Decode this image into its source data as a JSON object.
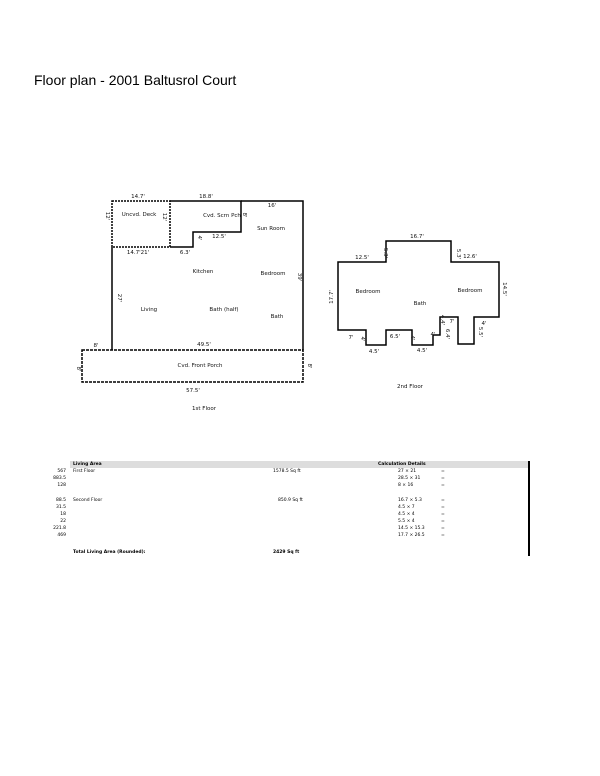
{
  "title": "Floor plan - 2001 Baltusrol Court",
  "first_floor": {
    "caption": "1st Floor",
    "rooms": [
      "Uncvd. Deck",
      "Cvd. Scrn Pch",
      "Sun Room",
      "Kitchen",
      "Bedroom",
      "Living",
      "Bath (half)",
      "Bath",
      "Cvd. Front Porch"
    ],
    "dims": [
      "14.7'",
      "18.8'",
      "16'",
      "12'",
      "12'",
      "8'",
      "4'",
      "12.5'",
      "14.7'21'",
      "6.3'",
      "39'",
      "27'",
      "8'",
      "49.5'",
      "8'",
      "8'",
      "57.5'"
    ]
  },
  "second_floor": {
    "caption": "2nd Floor",
    "rooms": [
      "Bedroom",
      "Bath",
      "Bedroom"
    ],
    "dims": [
      "16.7'",
      "12.5'",
      "5.3'",
      "5.3'",
      "12.6'",
      "17.7'",
      "14.5'",
      "7'",
      "4'",
      "6.5'",
      "4'",
      "4'",
      "4.4'",
      "7'",
      "6.4'",
      "4'",
      "5.5'",
      "4.5'",
      "4.5'"
    ]
  },
  "table": {
    "header_left": "Living Area",
    "header_right": "Calculation Details",
    "rows": [
      {
        "label": "First Floor",
        "area": "1578.5 Sq ft",
        "calcs": [
          [
            "27 × 21",
            "=",
            "567"
          ],
          [
            "28.5 × 31",
            "=",
            "883.5"
          ],
          [
            "8 × 16",
            "=",
            "128"
          ]
        ]
      },
      {
        "label": "Second Floor",
        "area": "850.9 Sq ft",
        "calcs": [
          [
            "16.7 × 5.3",
            "=",
            "88.5"
          ],
          [
            "4.5 × 7",
            "=",
            "31.5"
          ],
          [
            "4.5 × 4",
            "=",
            "18"
          ],
          [
            "5.5 × 4",
            "=",
            "22"
          ],
          [
            "14.5 × 15.3",
            "=",
            "221.8"
          ],
          [
            "17.7 × 26.5",
            "=",
            "469"
          ]
        ]
      }
    ],
    "total_label": "Total Living Area (Rounded):",
    "total_value": "2429 Sq ft"
  }
}
